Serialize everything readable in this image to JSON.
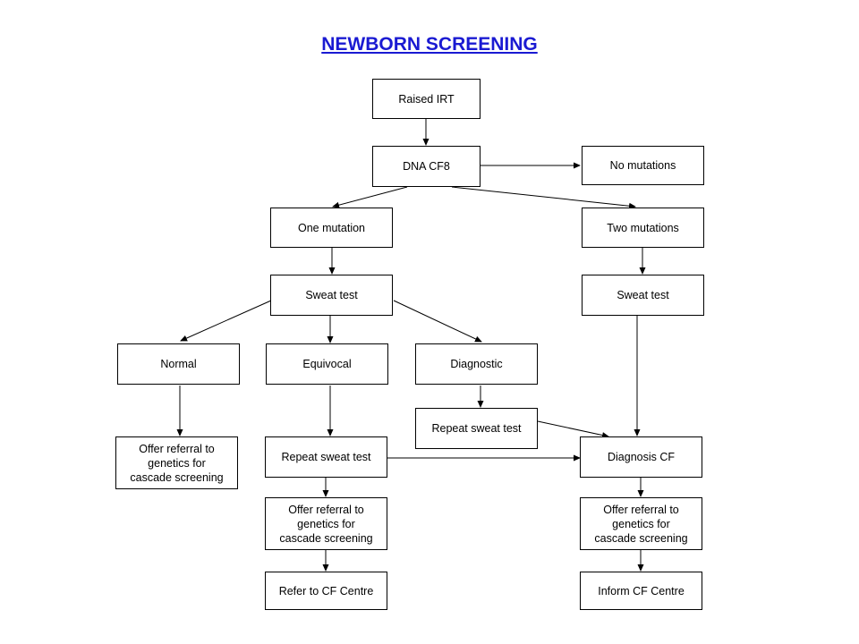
{
  "title": "NEWBORN SCREENING",
  "nodes": {
    "raised_irt": "Raised IRT",
    "dna_cf8": "DNA CF8",
    "no_mutations": "No mutations",
    "one_mutation": "One mutation",
    "two_mutations": "Two mutations",
    "sweat_test_left": "Sweat test",
    "sweat_test_right": "Sweat test",
    "normal": "Normal",
    "equivocal": "Equivocal",
    "diagnostic": "Diagnostic",
    "repeat_sweat_diag": "Repeat sweat test",
    "offer_referral_normal": "Offer referral to\ngenetics for\ncascade screening",
    "repeat_sweat_equiv": "Repeat sweat test",
    "diagnosis_cf": "Diagnosis CF",
    "offer_referral_equiv": "Offer referral to\ngenetics for\ncascade screening",
    "offer_referral_cf": "Offer referral to\ngenetics for\ncascade screening",
    "refer_cf_centre": "Refer to CF Centre",
    "inform_cf_centre": "Inform CF Centre"
  },
  "edges": [
    [
      "raised_irt",
      "dna_cf8"
    ],
    [
      "dna_cf8",
      "no_mutations"
    ],
    [
      "dna_cf8",
      "one_mutation"
    ],
    [
      "dna_cf8",
      "two_mutations"
    ],
    [
      "one_mutation",
      "sweat_test_left"
    ],
    [
      "two_mutations",
      "sweat_test_right"
    ],
    [
      "sweat_test_left",
      "normal"
    ],
    [
      "sweat_test_left",
      "equivocal"
    ],
    [
      "sweat_test_left",
      "diagnostic"
    ],
    [
      "diagnostic",
      "repeat_sweat_diag"
    ],
    [
      "normal",
      "offer_referral_normal"
    ],
    [
      "equivocal",
      "repeat_sweat_equiv"
    ],
    [
      "repeat_sweat_equiv",
      "diagnosis_cf"
    ],
    [
      "repeat_sweat_diag",
      "diagnosis_cf"
    ],
    [
      "sweat_test_right",
      "diagnosis_cf"
    ],
    [
      "repeat_sweat_equiv",
      "offer_referral_equiv"
    ],
    [
      "diagnosis_cf",
      "offer_referral_cf"
    ],
    [
      "offer_referral_equiv",
      "refer_cf_centre"
    ],
    [
      "offer_referral_cf",
      "inform_cf_centre"
    ]
  ]
}
